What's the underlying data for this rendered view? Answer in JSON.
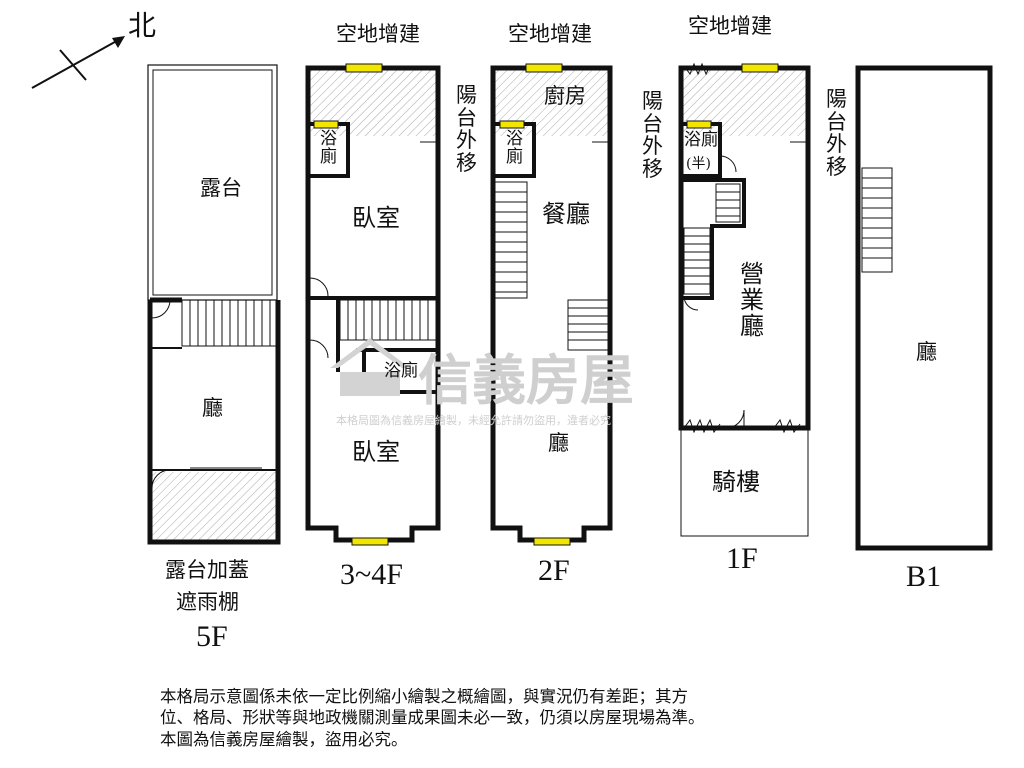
{
  "compass": {
    "north_label": "北"
  },
  "floors": {
    "f5": {
      "floor_label": "5F",
      "rooms": {
        "terrace": "露台",
        "hall": "廳"
      },
      "caption_line1": "露台加蓋",
      "caption_line2": "遮雨棚"
    },
    "f34": {
      "floor_label": "3~4F",
      "top_label": "空地增建",
      "side_label": "陽\n台\n外\n移",
      "rooms": {
        "bath": "浴\n廁",
        "bedroom_upper": "臥室",
        "bath_mid": "浴廁",
        "bedroom_lower": "臥室"
      }
    },
    "f2": {
      "floor_label": "2F",
      "top_label": "空地增建",
      "side_label": "陽\n台\n外\n移",
      "rooms": {
        "kitchen": "廚房",
        "bath": "浴\n廁",
        "dining": "餐廳",
        "hall": "廳"
      }
    },
    "f1": {
      "floor_label": "1F",
      "top_label": "空地增建",
      "side_label": "陽\n台\n外\n移",
      "rooms": {
        "bath": "浴廁",
        "bath_note": "(半)",
        "business_hall": "營\n業\n廳",
        "arcade": "騎樓"
      }
    },
    "b1": {
      "floor_label": "B1",
      "rooms": {
        "hall": "廳"
      }
    }
  },
  "watermark": {
    "brand": "信義房屋",
    "notice": "本格局圖為信義房屋繪製，未經允許請勿盜用，違者必究"
  },
  "disclaimer": {
    "line1": "本格局示意圖係未依一定比例縮小繪製之概繪圖，與實況仍有差距；其方",
    "line2": "位、格局、形狀等與地政機關測量成果圖未必一致，仍須以房屋現場為準。",
    "line3": "本圖為信義房屋繪製，盜用必究。"
  },
  "colors": {
    "wall": "#111111",
    "window_fill": "#f2e600",
    "hatch": "#aaaaaa",
    "watermark": "#cfcfcf"
  }
}
